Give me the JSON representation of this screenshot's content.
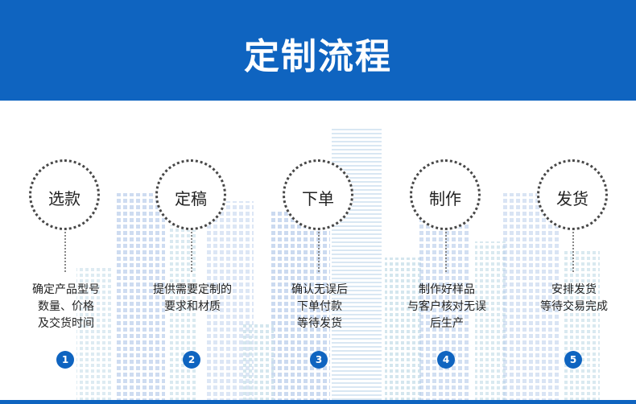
{
  "header": {
    "title": "定制流程"
  },
  "colors": {
    "brand": "#0f64c0",
    "circle_border": "#474747",
    "text": "#222222"
  },
  "steps": [
    {
      "label": "选款",
      "lines": [
        "确定产品型号",
        "数量、价格",
        "及交货时间"
      ],
      "number": "1"
    },
    {
      "label": "定稿",
      "lines": [
        "提供需要定制的",
        "要求和材质"
      ],
      "number": "2"
    },
    {
      "label": "下单",
      "lines": [
        "确认无误后",
        "下单付款",
        "等待发货"
      ],
      "number": "3"
    },
    {
      "label": "制作",
      "lines": [
        "制作好样品",
        "与客户核对无误",
        "后生产"
      ],
      "number": "4"
    },
    {
      "label": "发货",
      "lines": [
        "安排发货",
        "等待交易完成"
      ],
      "number": "5"
    }
  ]
}
